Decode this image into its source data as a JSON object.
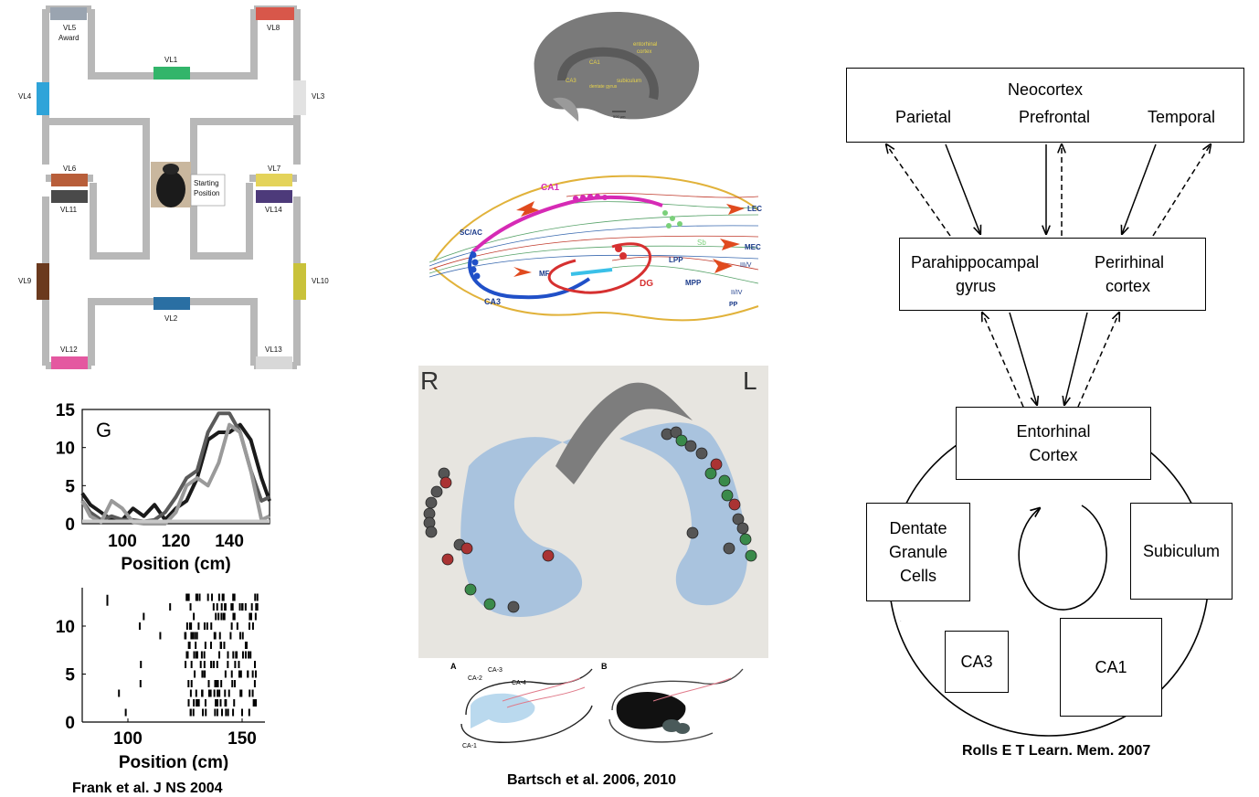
{
  "captions": {
    "frank": "Frank et al. J NS 2004",
    "bartsch": "Bartsch et al. 2006, 2010",
    "rolls": "Rolls E T Learn. Mem. 2007"
  },
  "maze": {
    "labels": {
      "vl5": "VL5",
      "award": "Award",
      "vl8": "VL8",
      "vl1": "VL1",
      "vl4": "VL4",
      "vl3": "VL3",
      "vl6": "VL6",
      "vl11": "VL11",
      "vl7": "VL7",
      "vl14": "VL14",
      "vl9": "VL9",
      "vl10": "VL10",
      "vl2": "VL2",
      "vl12": "VL12",
      "vl13": "VL13"
    },
    "start_line1": "Starting",
    "start_line2": "Position"
  },
  "brain_slice": {
    "ca1": "CA1",
    "ca3": "CA3",
    "entorhinal": "entorhinal",
    "cortex": "cortex",
    "subiculum": "subiculum",
    "dentate": "dentate gyrus",
    "scale": "500 µm"
  },
  "circuit": {
    "ca1": "CA1",
    "ca3": "CA3",
    "scac": "SC/AC",
    "mf": "MF",
    "dg": "DG",
    "sb": "Sb",
    "lec": "LEC",
    "mec": "MEC",
    "iiiv": "III/V",
    "lpp": "LPP",
    "mpp": "MPP",
    "iiiv2": "II/IV",
    "pp": "PP"
  },
  "mri": {
    "r": "R",
    "l": "L",
    "inset_a": "A",
    "inset_b": "B",
    "ca1": "CA-1",
    "ca2": "CA-2",
    "ca3": "CA-3",
    "ca4": "CA-4"
  },
  "chart_data": [
    {
      "type": "line",
      "panel_letter": "G",
      "xlabel": "Position (cm)",
      "ylabel": "",
      "xlim": [
        85,
        155
      ],
      "ylim": [
        0,
        15
      ],
      "xticks": [
        100,
        120,
        140
      ],
      "yticks": [
        0,
        5,
        10,
        15
      ],
      "series": [
        {
          "color": "#1a1a1a",
          "x": [
            85,
            88,
            92,
            96,
            100,
            104,
            108,
            112,
            116,
            120,
            124,
            128,
            132,
            136,
            140,
            144,
            148,
            152,
            155
          ],
          "y": [
            4,
            2.5,
            1.5,
            0.5,
            0.5,
            2,
            1,
            2.5,
            0.5,
            2,
            3,
            6,
            11,
            12,
            12,
            13,
            11,
            6,
            3
          ]
        },
        {
          "color": "#5a5a5a",
          "x": [
            85,
            88,
            92,
            96,
            100,
            104,
            108,
            112,
            116,
            120,
            124,
            128,
            132,
            136,
            140,
            144,
            148,
            152,
            155
          ],
          "y": [
            3,
            1.5,
            0.5,
            1,
            0.5,
            0.5,
            0.3,
            0.5,
            1.5,
            3.5,
            6,
            7,
            12,
            14.5,
            14.5,
            12,
            7,
            3,
            3.5
          ]
        },
        {
          "color": "#9a9a9a",
          "x": [
            85,
            88,
            92,
            96,
            100,
            104,
            108,
            112,
            116,
            120,
            124,
            128,
            132,
            136,
            140,
            144,
            148,
            152,
            155
          ],
          "y": [
            3,
            1,
            0.2,
            3,
            2,
            0.2,
            0,
            0,
            0,
            1.5,
            5,
            6,
            5,
            8,
            13,
            12,
            7,
            0.5,
            1
          ]
        },
        {
          "color": "#c8c8c8",
          "x": [
            85,
            100,
            120,
            140,
            155
          ],
          "y": [
            0.3,
            0.3,
            0.3,
            0.3,
            0.3
          ]
        }
      ]
    },
    {
      "type": "scatter",
      "xlabel": "Position (cm)",
      "ylabel": "",
      "xlim": [
        80,
        160
      ],
      "ylim": [
        0,
        14
      ],
      "xticks": [
        100,
        150
      ],
      "yticks": [
        0,
        5,
        10
      ],
      "rows": 13
    }
  ],
  "rolls": {
    "neocortex": "Neocortex",
    "parietal": "Parietal",
    "prefrontal": "Prefrontal",
    "temporal": "Temporal",
    "parahip1": "Parahippocampal",
    "parahip2": "gyrus",
    "perirhinal1": "Perirhinal",
    "perirhinal2": "cortex",
    "ento1": "Entorhinal",
    "ento2": "Cortex",
    "dg1": "Dentate",
    "dg2": "Granule",
    "dg3": "Cells",
    "subiculum": "Subiculum",
    "ca3": "CA3",
    "ca1": "CA1"
  }
}
